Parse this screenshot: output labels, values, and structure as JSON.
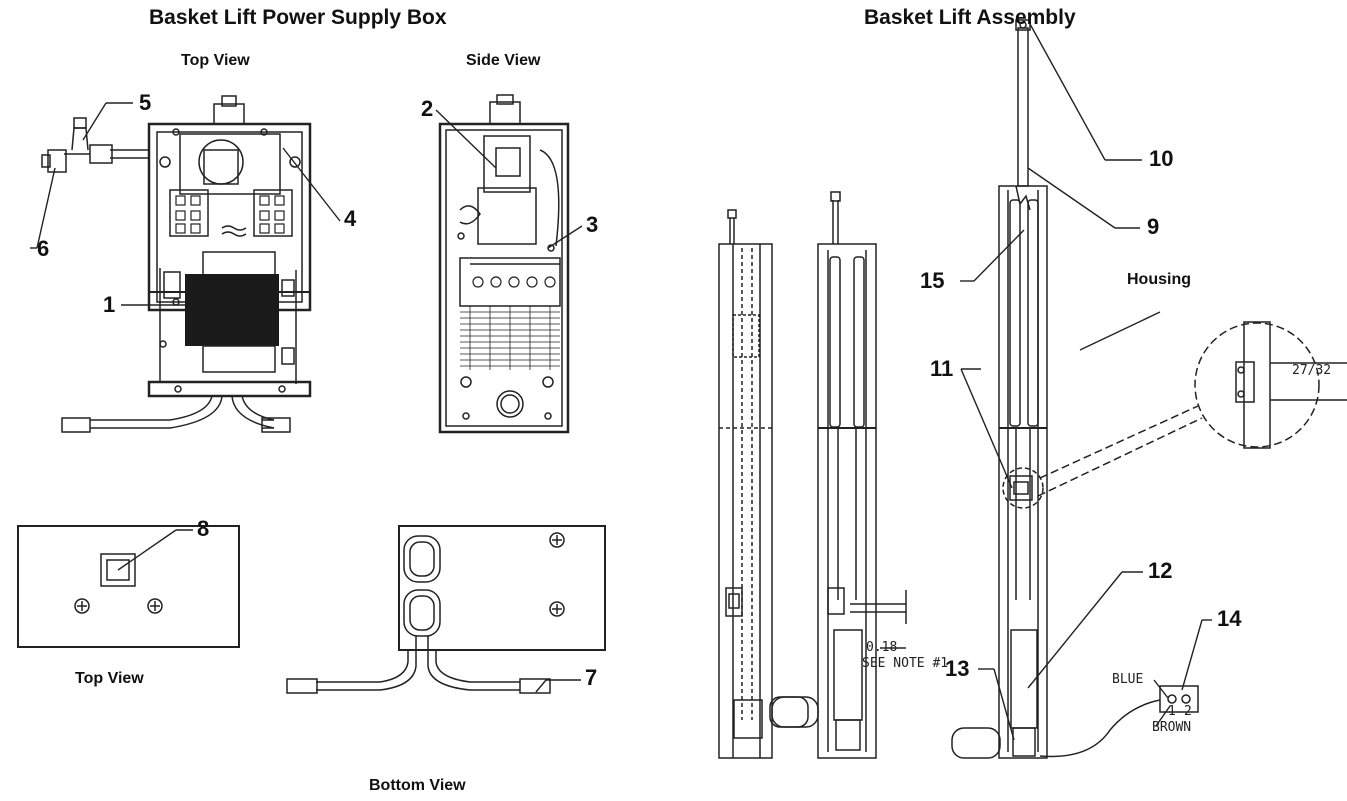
{
  "titles": {
    "left": "Basket Lift Power Supply Box",
    "right": "Basket Lift Assembly"
  },
  "views": {
    "top_view_upper": "Top View",
    "side_view": "Side View",
    "top_view_lower": "Top View",
    "bottom_view": "Bottom View"
  },
  "callouts": {
    "c1": "1",
    "c2": "2",
    "c3": "3",
    "c4": "4",
    "c5": "5",
    "c6": "6",
    "c7": "7",
    "c8": "8",
    "c9": "9",
    "c10": "10",
    "c11": "11",
    "c12": "12",
    "c13": "13",
    "c14": "14",
    "c15": "15"
  },
  "labels": {
    "housing": "Housing",
    "dimension_detail": "27/32",
    "dimension_gap": "0.18",
    "see_note": "SEE NOTE #1",
    "wire_blue": "BLUE",
    "wire_brown": "BROWN",
    "pin_1": "1",
    "pin_2": "2"
  }
}
